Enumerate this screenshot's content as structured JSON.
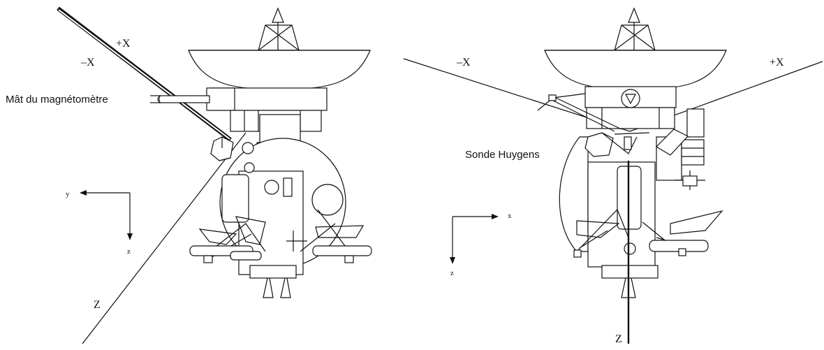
{
  "left_view": {
    "axis_plus_x": "+X",
    "axis_minus_x": "–X",
    "magnetometer_label": "Mât du magnétomètre",
    "axis_z": "Z",
    "frame_y": "y",
    "frame_z": "z"
  },
  "right_view": {
    "axis_minus_x": "–X",
    "axis_plus_x": "+X",
    "probe_label": "Sonde Huygens",
    "axis_z": "Z",
    "frame_x": "x",
    "frame_z": "z"
  },
  "colors": {
    "ink": "#111111",
    "background": "#ffffff"
  }
}
